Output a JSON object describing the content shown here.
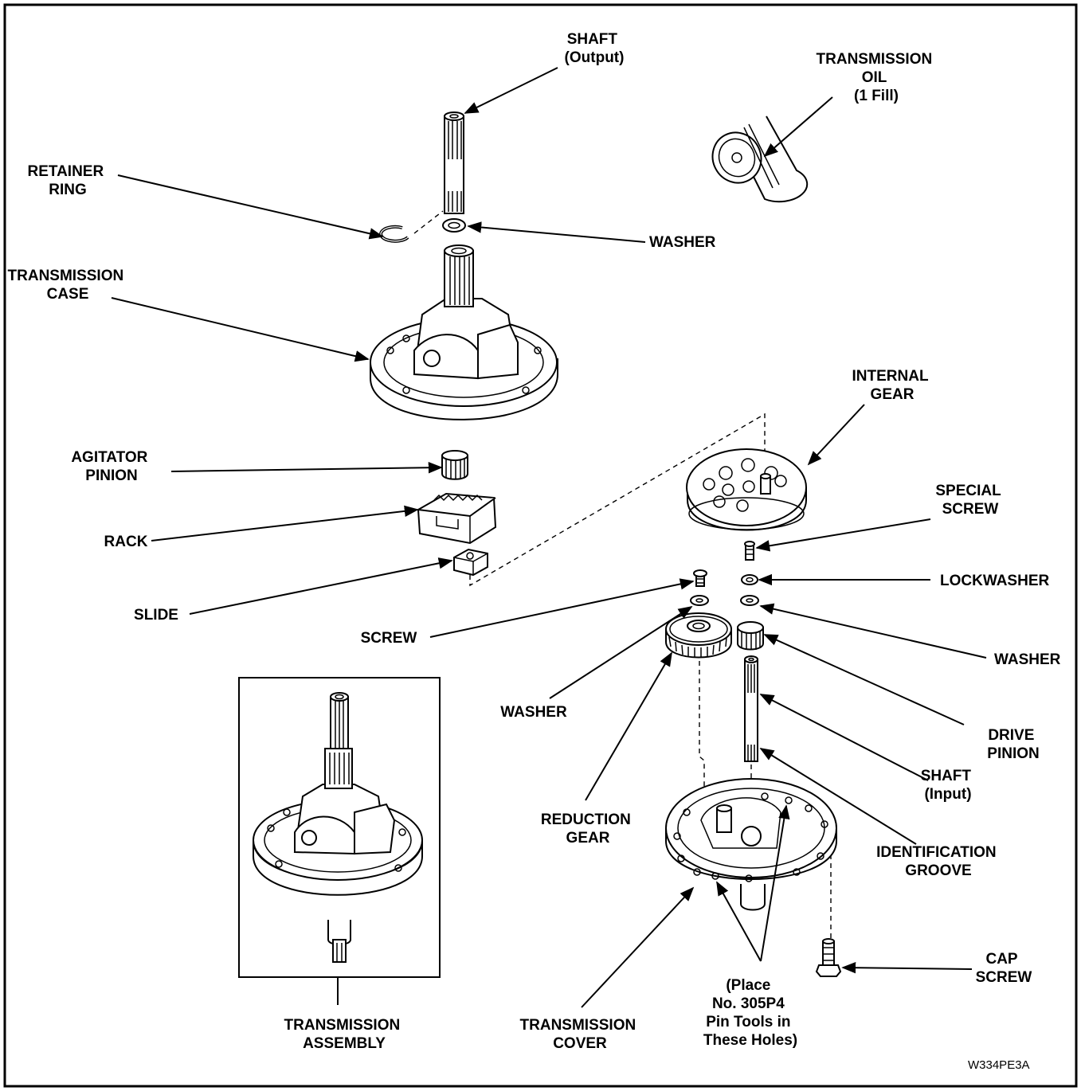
{
  "figure_code": "W334PE3A",
  "labels": {
    "shaft_output": [
      "SHAFT",
      "(Output)"
    ],
    "transmission_oil": [
      "TRANSMISSION",
      "OIL",
      "(1 Fill)"
    ],
    "retainer_ring": [
      "RETAINER",
      "RING"
    ],
    "washer_top": [
      "WASHER"
    ],
    "transmission_case": [
      "TRANSMISSION",
      "CASE"
    ],
    "internal_gear": [
      "INTERNAL",
      "GEAR"
    ],
    "agitator_pinion": [
      "AGITATOR",
      "PINION"
    ],
    "special_screw": [
      "SPECIAL",
      "SCREW"
    ],
    "rack": [
      "RACK"
    ],
    "lockwasher": [
      "LOCKWASHER"
    ],
    "slide": [
      "SLIDE"
    ],
    "screw": [
      "SCREW"
    ],
    "washer_right": [
      "WASHER"
    ],
    "washer_left": [
      "WASHER"
    ],
    "drive_pinion": [
      "DRIVE",
      "PINION"
    ],
    "shaft_input": [
      "SHAFT",
      "(Input)"
    ],
    "reduction_gear": [
      "REDUCTION",
      "GEAR"
    ],
    "identification_groove": [
      "IDENTIFICATION",
      "GROOVE"
    ],
    "cap_screw": [
      "CAP",
      "SCREW"
    ],
    "pin_tools_note": [
      "(Place",
      "No. 305P4",
      "Pin Tools in",
      "These Holes)"
    ],
    "transmission_cover": [
      "TRANSMISSION",
      "COVER"
    ],
    "transmission_assembly": [
      "TRANSMISSION",
      "ASSEMBLY"
    ]
  }
}
